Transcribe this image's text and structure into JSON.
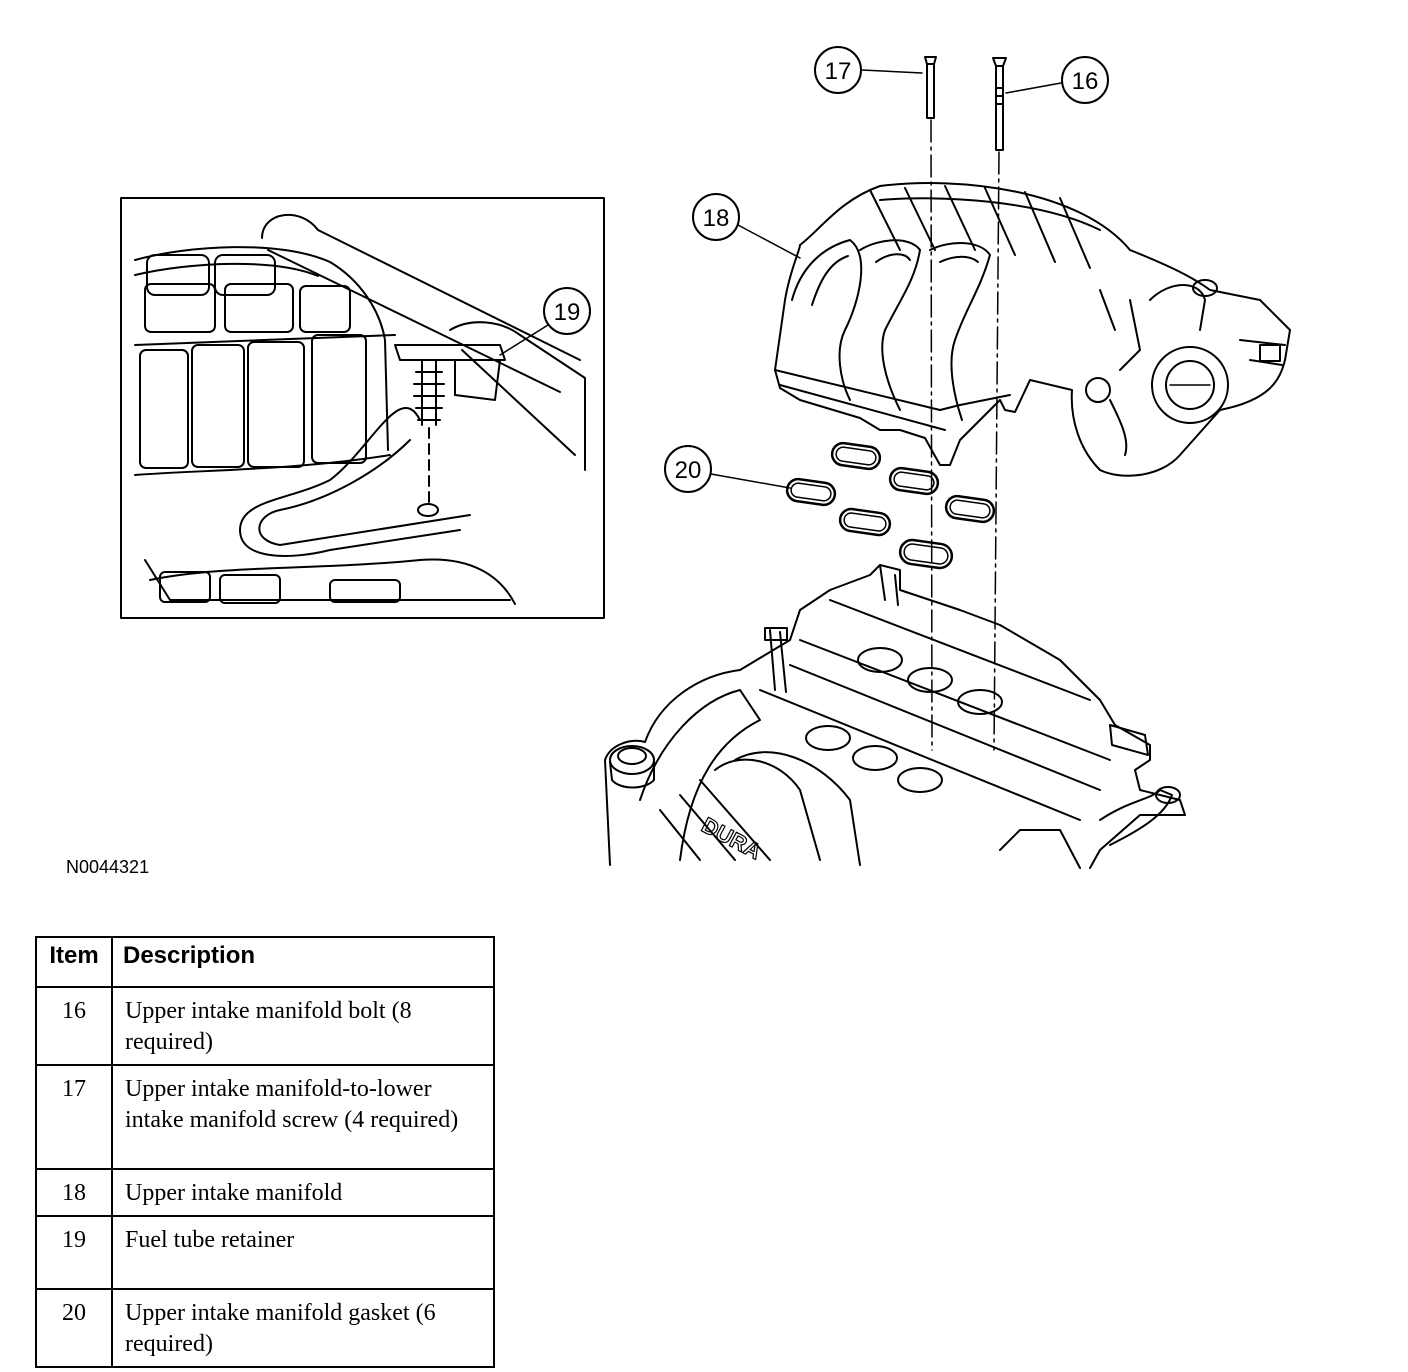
{
  "figure_id": "N0044321",
  "callouts": [
    "16",
    "17",
    "18",
    "19",
    "20"
  ],
  "legend": {
    "headers": [
      "Item",
      "Description"
    ],
    "rows": [
      {
        "item": "16",
        "description": "Upper intake manifold bolt (8 required)"
      },
      {
        "item": "17",
        "description": "Upper intake manifold-to-lower intake manifold screw (4 required)"
      },
      {
        "item": "18",
        "description": "Upper intake manifold"
      },
      {
        "item": "19",
        "description": "Fuel tube retainer"
      },
      {
        "item": "20",
        "description": "Upper intake manifold gasket (6 required)"
      }
    ]
  }
}
